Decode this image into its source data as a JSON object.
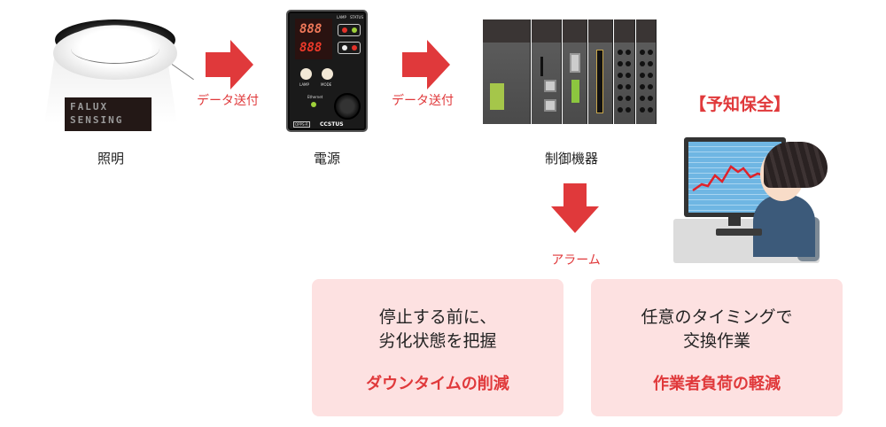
{
  "colors": {
    "accent_red": "#e0393b",
    "card_bg": "#fde1e1",
    "text": "#222222"
  },
  "flow": {
    "nodes": [
      {
        "id": "lighting",
        "label": "照明",
        "device_text": [
          "FALUX",
          "SENSING"
        ]
      },
      {
        "id": "power",
        "label": "電源",
        "device_text": {
          "display_top": "888",
          "display_bottom": "888",
          "lamp": "LAMP",
          "status": "STATUS",
          "btn1": "LAMP",
          "btn2": "MODE",
          "ethernet": "Ethernet",
          "brand": "CCSTUS",
          "model": "OPPS-R"
        }
      },
      {
        "id": "controller",
        "label": "制御機器"
      }
    ],
    "edges": [
      {
        "from": "lighting",
        "to": "power",
        "label": "データ送付"
      },
      {
        "from": "power",
        "to": "controller",
        "label": "データ送付"
      },
      {
        "from": "controller",
        "to": "alarm",
        "label": "アラーム"
      }
    ]
  },
  "maintenance": {
    "title": "【予知保全】"
  },
  "benefits": [
    {
      "line1": "停止する前に、",
      "line2": "劣化状態を把握",
      "result": "ダウンタイムの削減"
    },
    {
      "line1": "任意のタイミングで",
      "line2": "交換作業",
      "result": "作業者負荷の軽減"
    }
  ]
}
